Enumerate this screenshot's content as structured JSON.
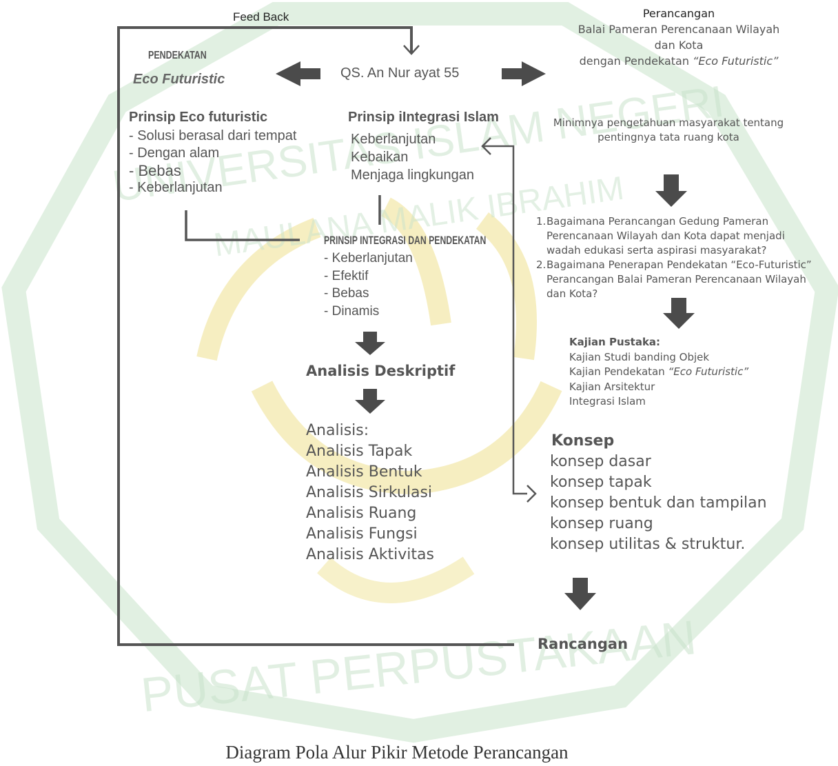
{
  "colors": {
    "line": "#555555",
    "arrow": "#4b4b4b",
    "text": "#555555",
    "dark_text": "#222222",
    "watermark_green": "#c9e3cb",
    "watermark_yellow": "#f2e7a6"
  },
  "feedback": {
    "label": "Feed Back"
  },
  "pendekatan": {
    "heading": "PENDEKATAN",
    "name": "Eco Futuristic"
  },
  "qs": {
    "label": "QS. An Nur ayat 55"
  },
  "perancangan_title": {
    "line1": "Perancangan",
    "line2": "Balai Pameran Perencanaan Wilayah",
    "line3": "dan Kota",
    "line4_prefix": "dengan Pendekatan ",
    "line4_italic": "“Eco Futuristic”"
  },
  "prinsip_eco": {
    "heading": "Prinsip Eco futuristic",
    "items": [
      "- Solusi berasal dari tempat",
      "- Dengan alam",
      "- Bebas",
      "- Keberlanjutan"
    ]
  },
  "prinsip_islam": {
    "heading": "Prinsip iIntegrasi Islam",
    "items": [
      "Keberlanjutan",
      "Kebaikan",
      "Menjaga lingkungan"
    ]
  },
  "masalah": {
    "line1": "Minimnya pengetahuan masyarakat tentang",
    "line2": "pentingnya tata ruang kota"
  },
  "rumusan": {
    "q1_num": "1.",
    "q1_lines": [
      "Bagaimana Perancangan Gedung Pameran",
      "Perencanaan Wilayah dan Kota  dapat menjadi",
      "wadah edukasi serta aspirasi masyarakat?"
    ],
    "q2_num": "2.",
    "q2_lines": [
      "Bagaimana Penerapan Pendekatan “Eco-Futuristic”",
      "Perancangan Balai Pameran Perencanaan Wilayah",
      "dan Kota?"
    ]
  },
  "prinsip_integrasi": {
    "heading": "PRINSIP INTEGRASI DAN PENDEKATAN",
    "items": [
      "- Keberlanjutan",
      "- Efektif",
      "- Bebas",
      "- Dinamis"
    ]
  },
  "kajian": {
    "heading": "Kajian Pustaka:",
    "item1": "Kajian Studi banding Objek",
    "item2_prefix": "Kajian  Pendekatan ",
    "item2_italic": "“Eco Futuristic”",
    "item3": "Kajian Arsitektur",
    "item4": "Integrasi Islam"
  },
  "analisis_deskriptif": {
    "label": "Analisis Deskriptif"
  },
  "analisis": {
    "items": [
      "Analisis:",
      "Analisis Tapak",
      "Analisis Bentuk",
      "Analisis Sirkulasi",
      "Analisis Ruang",
      "Analisis Fungsi",
      "Analisis Aktivitas"
    ]
  },
  "konsep": {
    "heading": "Konsep",
    "items": [
      "konsep dasar",
      "konsep tapak",
      "konsep bentuk dan tampilan",
      "konsep ruang",
      "konsep utilitas & struktur."
    ]
  },
  "rancangan": {
    "label": "Rancangan"
  },
  "watermark": {
    "top": "UNIVERSITAS ISLAM NEGERI",
    "mid": "MAULANA MALIK IBRAHIM",
    "bottom": "PUSAT PERPUSTAKAAN"
  },
  "caption": {
    "text": "Diagram Pola Alur Pikir Metode Perancangan"
  }
}
